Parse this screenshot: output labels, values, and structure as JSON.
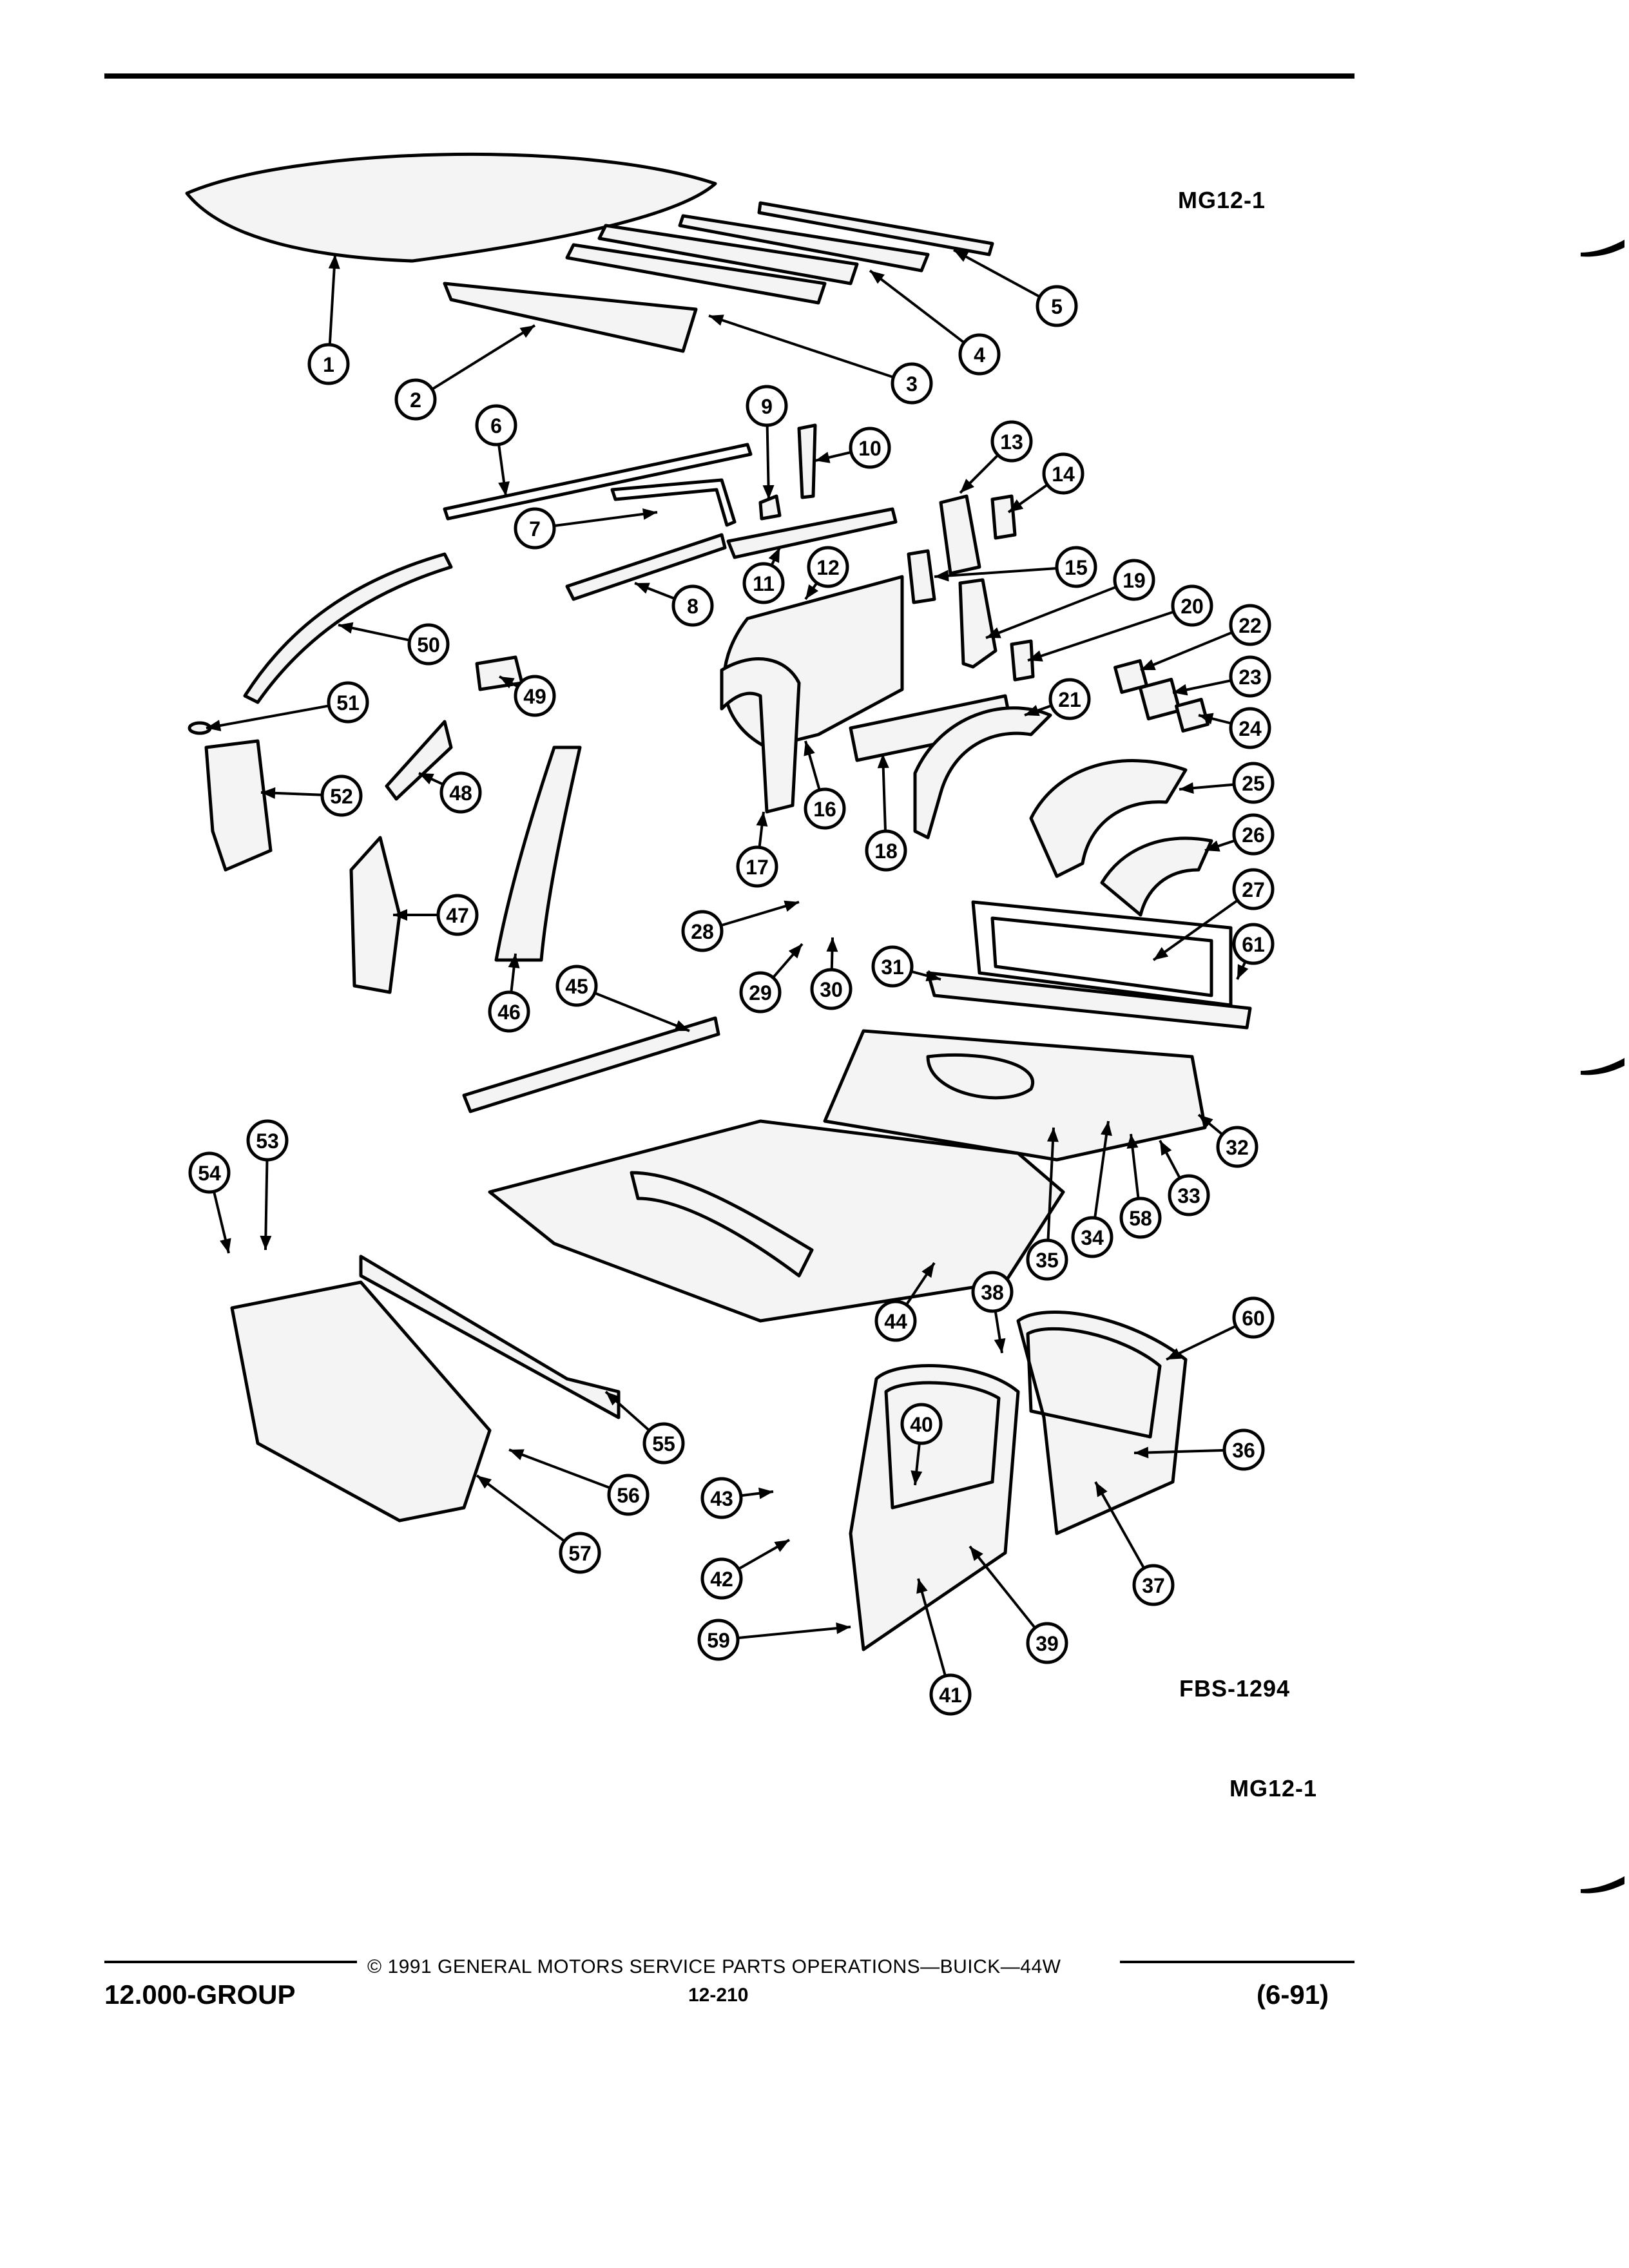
{
  "header": {
    "top_code": "MG12-1"
  },
  "diagram": {
    "figure_code": "FBS-1294",
    "bottom_code": "MG12-1",
    "callouts": [
      {
        "n": "1"
      },
      {
        "n": "2"
      },
      {
        "n": "3"
      },
      {
        "n": "4"
      },
      {
        "n": "5"
      },
      {
        "n": "6"
      },
      {
        "n": "7"
      },
      {
        "n": "8"
      },
      {
        "n": "9"
      },
      {
        "n": "10"
      },
      {
        "n": "11"
      },
      {
        "n": "12"
      },
      {
        "n": "13"
      },
      {
        "n": "14"
      },
      {
        "n": "15"
      },
      {
        "n": "16"
      },
      {
        "n": "17"
      },
      {
        "n": "18"
      },
      {
        "n": "19"
      },
      {
        "n": "20"
      },
      {
        "n": "21"
      },
      {
        "n": "22"
      },
      {
        "n": "23"
      },
      {
        "n": "24"
      },
      {
        "n": "25"
      },
      {
        "n": "26"
      },
      {
        "n": "27"
      },
      {
        "n": "28"
      },
      {
        "n": "29"
      },
      {
        "n": "30"
      },
      {
        "n": "31"
      },
      {
        "n": "32"
      },
      {
        "n": "33"
      },
      {
        "n": "34"
      },
      {
        "n": "35"
      },
      {
        "n": "36"
      },
      {
        "n": "37"
      },
      {
        "n": "38"
      },
      {
        "n": "39"
      },
      {
        "n": "40"
      },
      {
        "n": "41"
      },
      {
        "n": "42"
      },
      {
        "n": "43"
      },
      {
        "n": "44"
      },
      {
        "n": "45"
      },
      {
        "n": "46"
      },
      {
        "n": "47"
      },
      {
        "n": "48"
      },
      {
        "n": "49"
      },
      {
        "n": "50"
      },
      {
        "n": "51"
      },
      {
        "n": "52"
      },
      {
        "n": "53"
      },
      {
        "n": "54"
      },
      {
        "n": "55"
      },
      {
        "n": "56"
      },
      {
        "n": "57"
      },
      {
        "n": "58"
      },
      {
        "n": "59"
      },
      {
        "n": "60"
      },
      {
        "n": "61"
      }
    ]
  },
  "footer": {
    "group": "12.000-GROUP",
    "copyright": "© 1991 GENERAL MOTORS SERVICE PARTS OPERATIONS—BUICK—44W",
    "page": "12-210",
    "date": "(6-91)"
  }
}
